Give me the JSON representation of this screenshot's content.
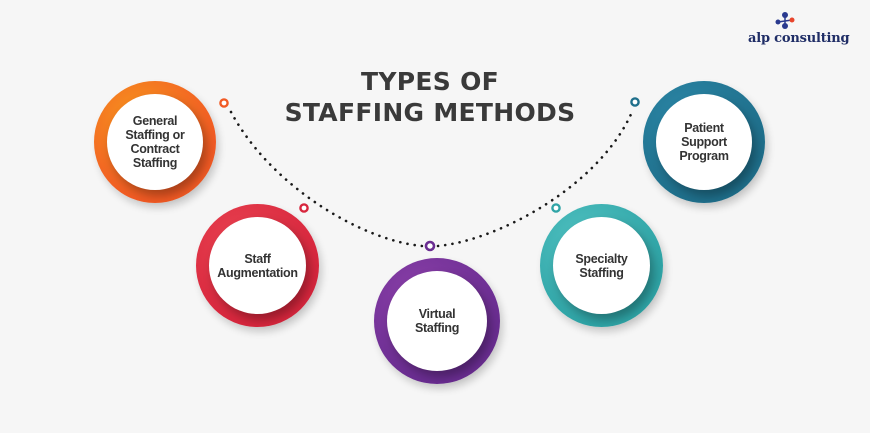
{
  "brand": {
    "name": "alp consulting",
    "logo_icon": "molecule-icon",
    "logo_colors": [
      "#2a3a8f",
      "#e8452c"
    ]
  },
  "title": {
    "line1": "TYPES OF",
    "line2": "STAFFING METHODS"
  },
  "methods": [
    {
      "label": "General\nStaffing or\nContract\nStaffing",
      "color": "#f15a24",
      "color2": "#f7931e"
    },
    {
      "label": "Staff\nAugmentation",
      "color": "#d7263d",
      "color2": "#e8414f"
    },
    {
      "label": "Virtual\nStaffing",
      "color": "#6a2d91",
      "color2": "#8a3fa8"
    },
    {
      "label": "Specialty\nStaffing",
      "color": "#2fa4a6",
      "color2": "#4fc0c0"
    },
    {
      "label": "Patient\nSupport\nProgram",
      "color": "#1f6f8b",
      "color2": "#2b86a6"
    }
  ],
  "connector": {
    "dot_color": "#1a1a1a"
  }
}
